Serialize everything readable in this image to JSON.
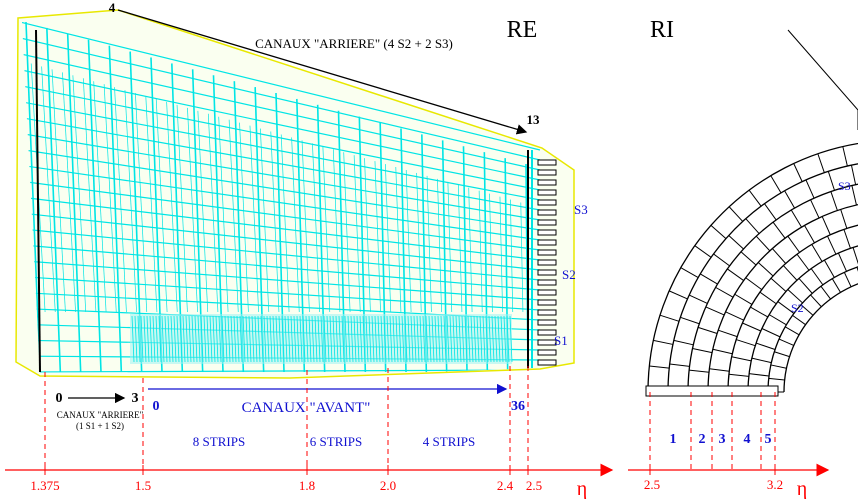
{
  "header": {
    "re_label": "RE",
    "ri_label": "RI",
    "back_channels": "CANAUX \"ARRIERE\" (4 S2 + 2 S3)",
    "back_channels_small": "CANAUX \"ARRIERE\"",
    "back_channels_small_sub": "(1 S1 + 1 S2)",
    "front_channels": "CANAUX \"AVANT\""
  },
  "numbers": {
    "top_left": "4",
    "top_right": "13",
    "bottom_start": "0",
    "bottom_mid": "3",
    "front_start": "0",
    "front_end": "36"
  },
  "samplings_re": [
    "S3",
    "S2",
    "S1"
  ],
  "samplings_ri": [
    "S3",
    "S2"
  ],
  "strip_sections": [
    "8 STRIPS",
    "6 STRIPS",
    "4 STRIPS"
  ],
  "ri_regions": [
    "1",
    "2",
    "3",
    "4",
    "5"
  ],
  "eta_axis_left": {
    "ticks": [
      "1.375",
      "1.5",
      "1.8",
      "2.0",
      "2.4",
      "2.5"
    ],
    "symbol": "η"
  },
  "eta_axis_right": {
    "ticks": [
      "2.5",
      "3.2"
    ],
    "symbol": "η"
  },
  "colors": {
    "cells": "#00e5e5",
    "outline": "#ffff66",
    "front_annotation": "#1010d0",
    "axis": "#ff0000",
    "ink": "#000000"
  }
}
